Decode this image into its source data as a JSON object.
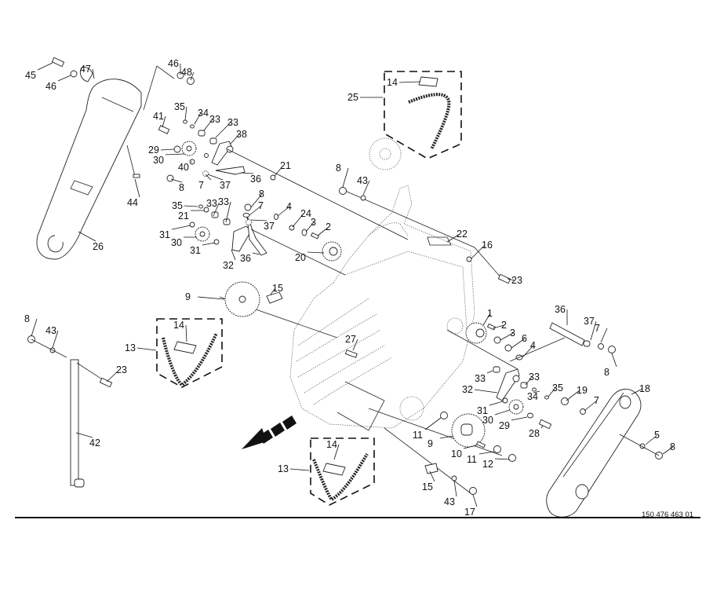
{
  "diagram": {
    "type": "exploded-parts-diagram",
    "document_number": "150 476 463 01",
    "direction_arrow": "forward-direction",
    "callouts": [
      {
        "id": "c45",
        "label": "45"
      },
      {
        "id": "c46a",
        "label": "46"
      },
      {
        "id": "c47",
        "label": "47"
      },
      {
        "id": "c46b",
        "label": "46"
      },
      {
        "id": "c48",
        "label": "48"
      },
      {
        "id": "c35a",
        "label": "35"
      },
      {
        "id": "c41",
        "label": "41"
      },
      {
        "id": "c34a",
        "label": "34"
      },
      {
        "id": "c33a",
        "label": "33"
      },
      {
        "id": "c33b",
        "label": "33"
      },
      {
        "id": "c38",
        "label": "38"
      },
      {
        "id": "c29a",
        "label": "29"
      },
      {
        "id": "c30a",
        "label": "30"
      },
      {
        "id": "c40",
        "label": "40"
      },
      {
        "id": "c8a",
        "label": "8"
      },
      {
        "id": "c7a",
        "label": "7"
      },
      {
        "id": "c37a",
        "label": "37"
      },
      {
        "id": "c36a",
        "label": "36"
      },
      {
        "id": "c21a",
        "label": "21"
      },
      {
        "id": "c44",
        "label": "44"
      },
      {
        "id": "c26",
        "label": "26"
      },
      {
        "id": "c8b",
        "label": "8"
      },
      {
        "id": "c7b",
        "label": "7"
      },
      {
        "id": "c33c",
        "label": "33"
      },
      {
        "id": "c33d",
        "label": "33"
      },
      {
        "id": "c35b",
        "label": "35"
      },
      {
        "id": "c21b",
        "label": "21"
      },
      {
        "id": "c37b",
        "label": "37"
      },
      {
        "id": "c4a",
        "label": "4"
      },
      {
        "id": "c24",
        "label": "24"
      },
      {
        "id": "c3a",
        "label": "3"
      },
      {
        "id": "c2a",
        "label": "2"
      },
      {
        "id": "c31a",
        "label": "31"
      },
      {
        "id": "c30b",
        "label": "30"
      },
      {
        "id": "c31b",
        "label": "31"
      },
      {
        "id": "c32a",
        "label": "32"
      },
      {
        "id": "c36b",
        "label": "36"
      },
      {
        "id": "c20",
        "label": "20"
      },
      {
        "id": "c25",
        "label": "25"
      },
      {
        "id": "c14a",
        "label": "14"
      },
      {
        "id": "c8c",
        "label": "8"
      },
      {
        "id": "c43a",
        "label": "43"
      },
      {
        "id": "c22",
        "label": "22"
      },
      {
        "id": "c16",
        "label": "16"
      },
      {
        "id": "c23a",
        "label": "23"
      },
      {
        "id": "c9a",
        "label": "9"
      },
      {
        "id": "c15a",
        "label": "15"
      },
      {
        "id": "c8d",
        "label": "8"
      },
      {
        "id": "c43b",
        "label": "43"
      },
      {
        "id": "c13a",
        "label": "13"
      },
      {
        "id": "c14b",
        "label": "14"
      },
      {
        "id": "c23b",
        "label": "23"
      },
      {
        "id": "c42",
        "label": "42"
      },
      {
        "id": "c27",
        "label": "27"
      },
      {
        "id": "c1",
        "label": "1"
      },
      {
        "id": "c2b",
        "label": "2"
      },
      {
        "id": "c3b",
        "label": "3"
      },
      {
        "id": "c6",
        "label": "6"
      },
      {
        "id": "c4b",
        "label": "4"
      },
      {
        "id": "c36c",
        "label": "36"
      },
      {
        "id": "c37c",
        "label": "37"
      },
      {
        "id": "c7c",
        "label": "7"
      },
      {
        "id": "c8e",
        "label": "8"
      },
      {
        "id": "c33e",
        "label": "33"
      },
      {
        "id": "c33f",
        "label": "33"
      },
      {
        "id": "c32b",
        "label": "32"
      },
      {
        "id": "c34b",
        "label": "34"
      },
      {
        "id": "c35c",
        "label": "35"
      },
      {
        "id": "c19",
        "label": "19"
      },
      {
        "id": "c18",
        "label": "18"
      },
      {
        "id": "c7d",
        "label": "7"
      },
      {
        "id": "c31c",
        "label": "31"
      },
      {
        "id": "c30c",
        "label": "30"
      },
      {
        "id": "c29b",
        "label": "29"
      },
      {
        "id": "c28",
        "label": "28"
      },
      {
        "id": "c11a",
        "label": "11"
      },
      {
        "id": "c9b",
        "label": "9"
      },
      {
        "id": "c10",
        "label": "10"
      },
      {
        "id": "c11b",
        "label": "11"
      },
      {
        "id": "c12",
        "label": "12"
      },
      {
        "id": "c5",
        "label": "5"
      },
      {
        "id": "c8f",
        "label": "8"
      },
      {
        "id": "c13b",
        "label": "13"
      },
      {
        "id": "c14c",
        "label": "14"
      },
      {
        "id": "c15b",
        "label": "15"
      },
      {
        "id": "c43c",
        "label": "43"
      },
      {
        "id": "c17",
        "label": "17"
      }
    ]
  }
}
